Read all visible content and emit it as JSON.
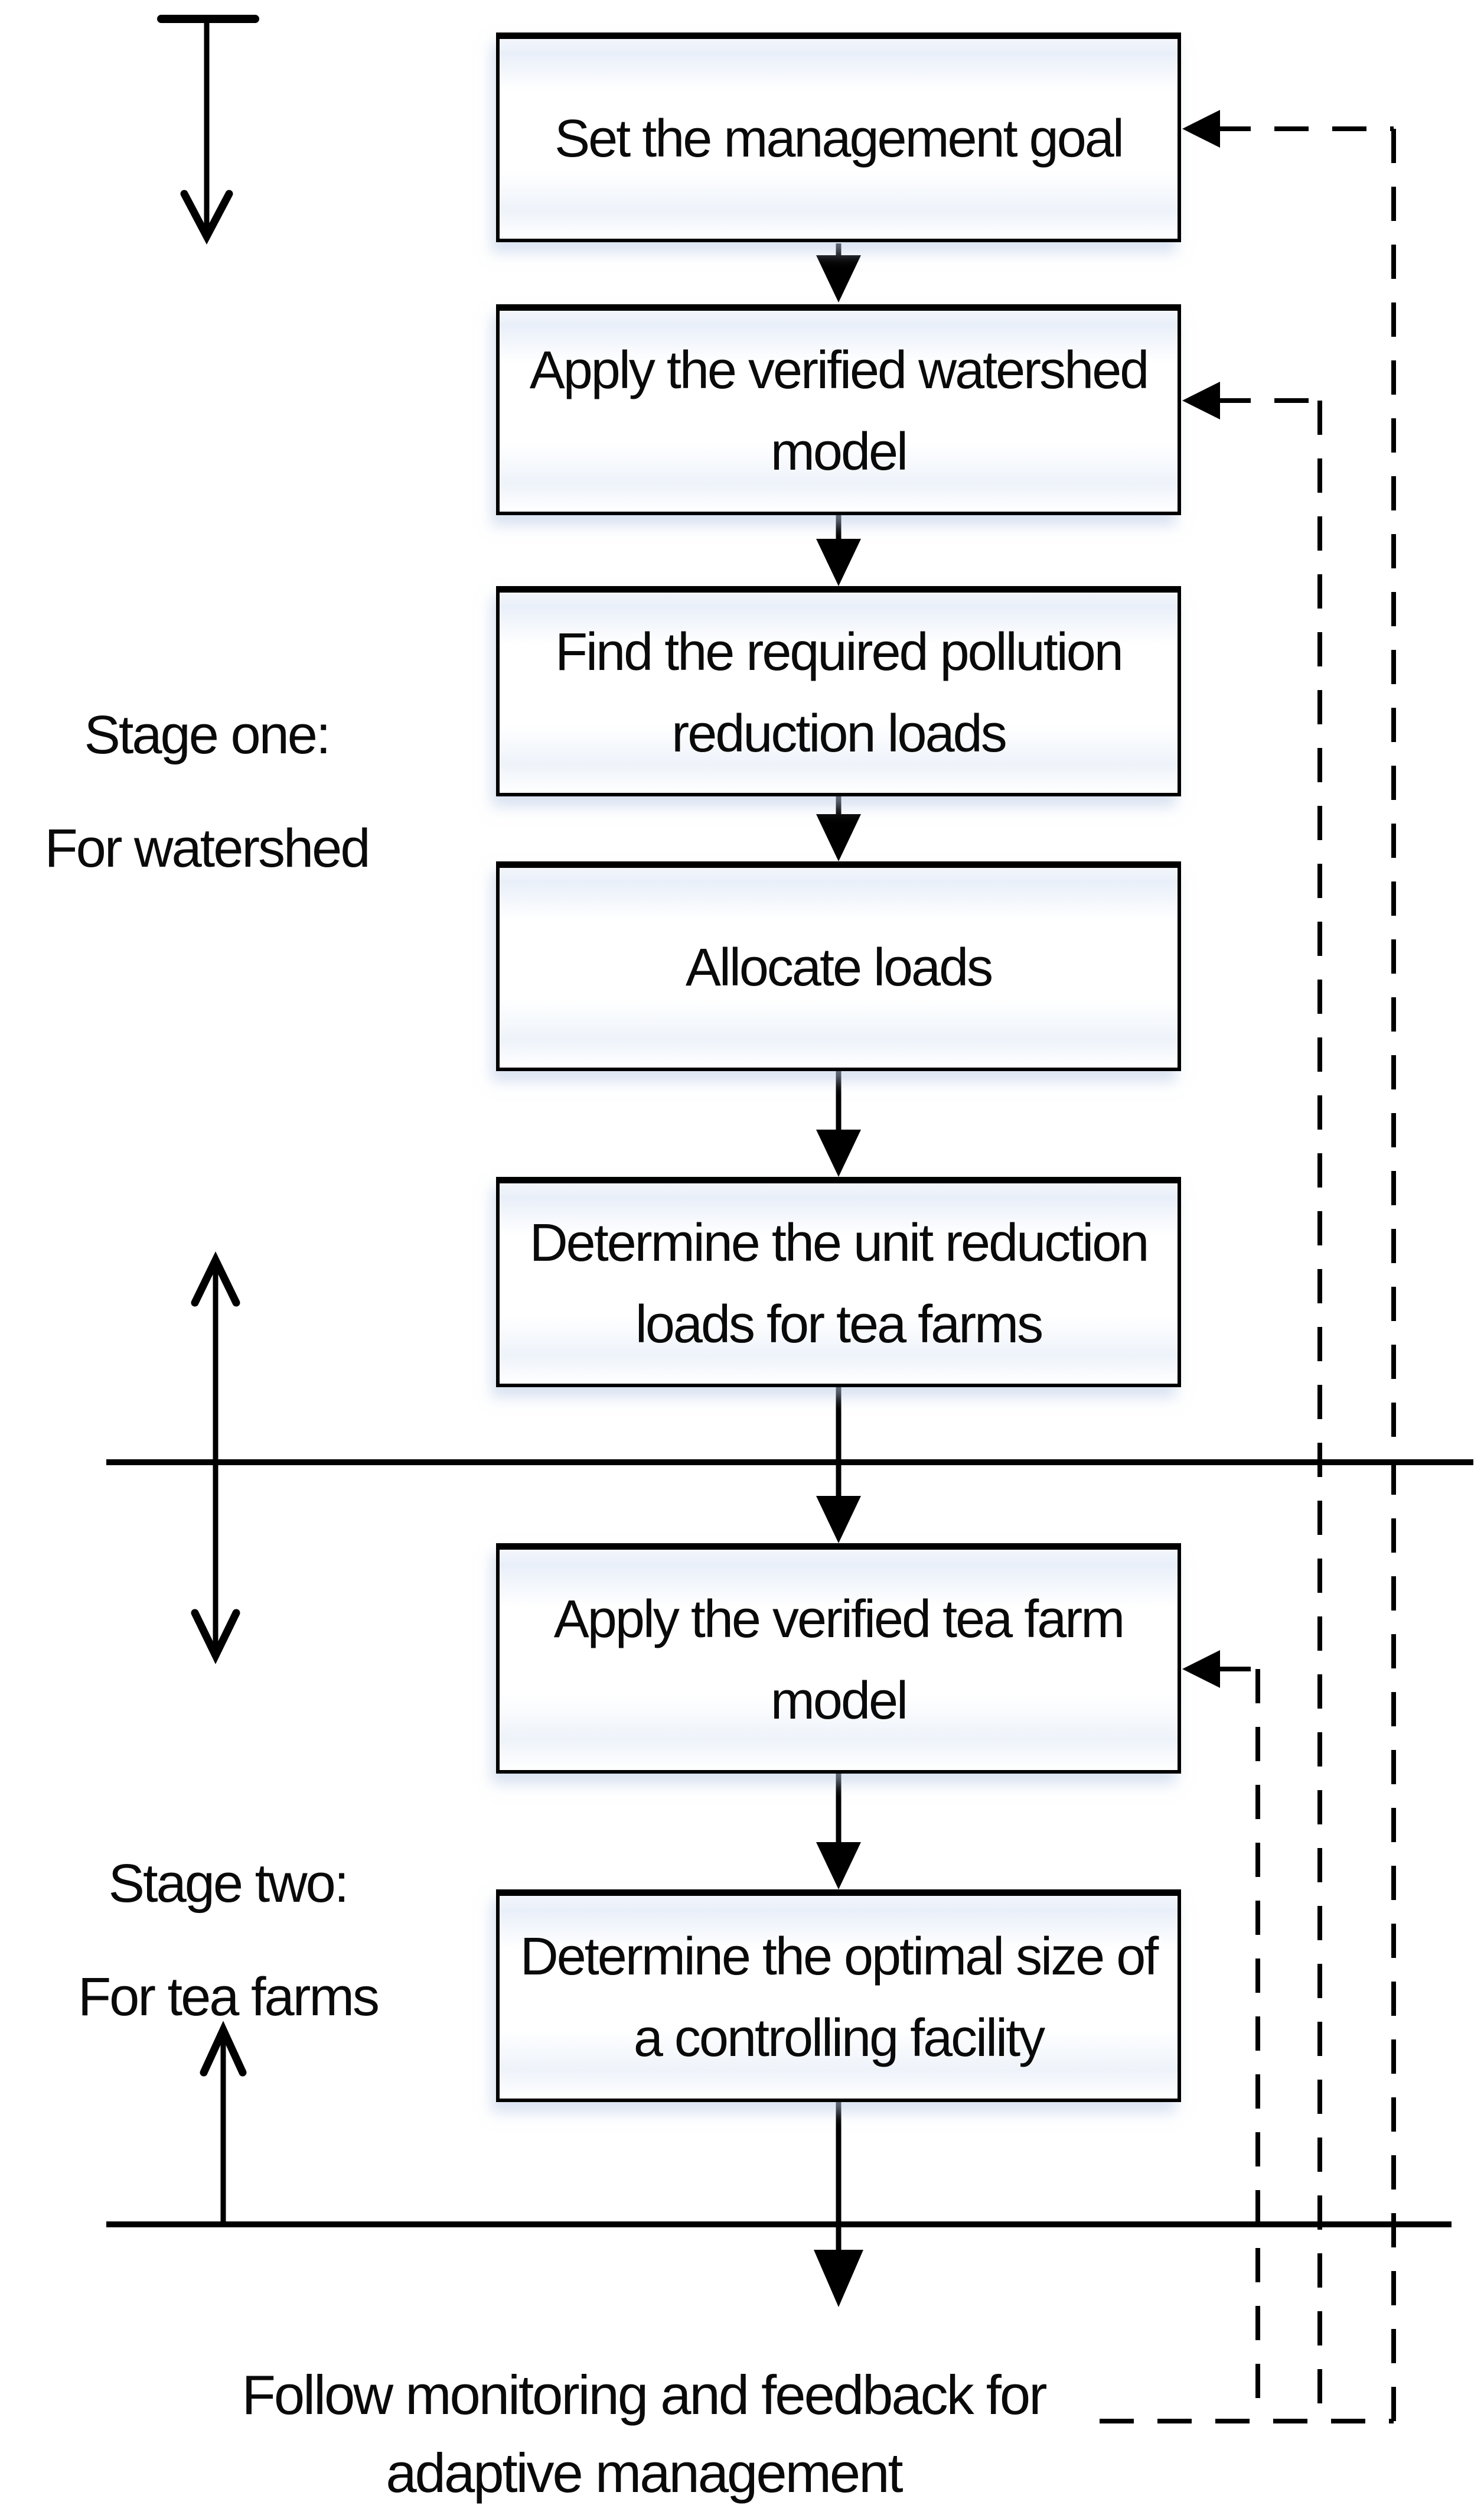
{
  "diagram": {
    "title_hint": "Two-stage watershed / tea-farm management flowchart",
    "colors": {
      "stroke": "#000000",
      "background": "#ffffff",
      "box_shadow_tint": "#bccce7"
    },
    "stage_labels": [
      {
        "id": "stage-one",
        "lines": [
          "Stage one:",
          "For watershed"
        ]
      },
      {
        "id": "stage-two",
        "lines": [
          "Stage two:",
          "For tea farms"
        ]
      }
    ],
    "boxes": [
      {
        "id": "set-goal",
        "label": "Set the management goal"
      },
      {
        "id": "apply-watershed-model",
        "label": "Apply the verified watershed model"
      },
      {
        "id": "find-reduction-loads",
        "label": "Find the required pollution reduction loads"
      },
      {
        "id": "allocate-loads",
        "label": "Allocate loads"
      },
      {
        "id": "unit-reduction-loads",
        "label": "Determine the unit reduction loads for tea farms"
      },
      {
        "id": "apply-tea-farm-model",
        "label": "Apply the verified tea farm model"
      },
      {
        "id": "optimal-facility-size",
        "label": "Determine the optimal size of a controlling facility"
      }
    ],
    "footer": {
      "lines": [
        "Follow monitoring and feedback for",
        "adaptive management"
      ]
    },
    "edges": {
      "main_flow": [
        "set-goal",
        "apply-watershed-model",
        "find-reduction-loads",
        "allocate-loads",
        "unit-reduction-loads",
        "apply-tea-farm-model",
        "optimal-facility-size",
        "monitoring-feedback"
      ],
      "feedback_dashed": [
        {
          "from": "monitoring-feedback",
          "to": "apply-tea-farm-model"
        },
        {
          "from": "monitoring-feedback",
          "to": "apply-watershed-model"
        },
        {
          "from": "monitoring-feedback",
          "to": "set-goal"
        }
      ]
    }
  }
}
